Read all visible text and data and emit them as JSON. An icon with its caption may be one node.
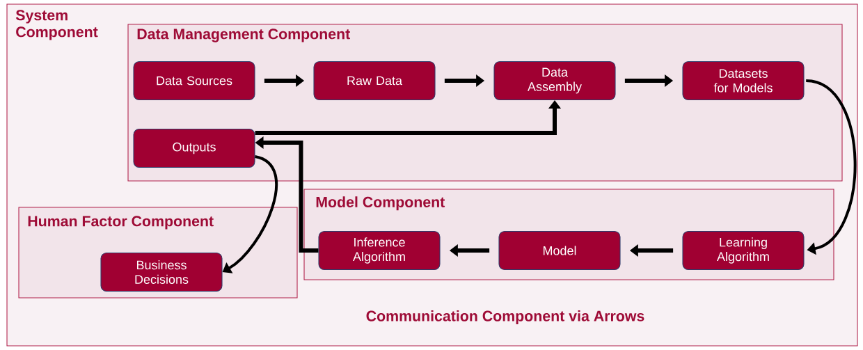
{
  "diagram": {
    "nodes": [
      {
        "text": [
          "System Component"
        ]
      },
      {
        "text": [
          "Data Management Component"
        ],
        "in": 0
      },
      {
        "text": [
          "Data Sources"
        ],
        "in": 1
      },
      {
        "text": [
          "Raw Data"
        ],
        "in": 1
      },
      {
        "text": [
          "Data Assembly"
        ],
        "in": 1
      },
      {
        "text": [
          "Datasets for Models"
        ],
        "in": 1
      },
      {
        "text": [
          "Outputs"
        ],
        "in": 1
      },
      {
        "text": [
          "Human Factor Component"
        ],
        "in": 0
      },
      {
        "text": [
          "Business Decisions"
        ],
        "in": 7
      },
      {
        "text": [
          "Model Component"
        ],
        "in": 0
      },
      {
        "text": [
          "Inference Algorithm"
        ],
        "in": 9
      },
      {
        "text": [
          "Model"
        ],
        "in": 9
      },
      {
        "text": [
          "Learning Algorithm"
        ],
        "in": 9
      }
    ],
    "edges": [
      {
        "from": 2,
        "to": 3,
        "arrow": "to"
      },
      {
        "from": 3,
        "to": 4,
        "arrow": "to"
      },
      {
        "from": 4,
        "to": 5,
        "arrow": "to"
      },
      {
        "from": 5,
        "to": 12,
        "arrow": "to"
      },
      {
        "from": 12,
        "to": 11,
        "arrow": "to"
      },
      {
        "from": 11,
        "to": 10,
        "arrow": "to"
      },
      {
        "from": 10,
        "to": 6,
        "arrow": "to"
      },
      {
        "from": 6,
        "to": 4,
        "arrow": "to"
      },
      {
        "from": 6,
        "to": 8,
        "arrow": "to"
      }
    ],
    "labels": [
      "Communication Component via Arrows"
    ]
  }
}
